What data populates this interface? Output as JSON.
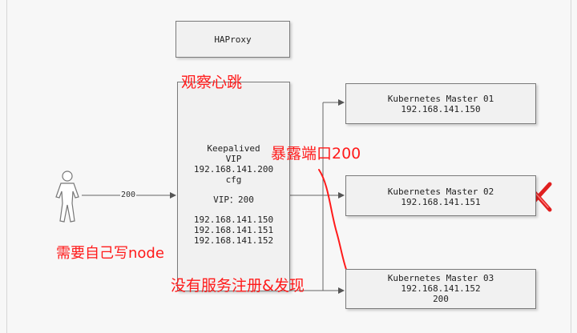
{
  "haproxy": {
    "title": "HAProxy"
  },
  "keepalived": {
    "title": "Keepalived",
    "vip_label": "VIP",
    "vip_ip": "192.168.141.200",
    "cfg": "cfg",
    "vip_port": "VIP：200",
    "servers": [
      "192.168.141.150",
      "192.168.141.151",
      "192.168.141.152"
    ]
  },
  "masters": [
    {
      "name": "Kubernetes Master 01",
      "ip": "192.168.141.150"
    },
    {
      "name": "Kubernetes Master 02",
      "ip": "192.168.141.151"
    },
    {
      "name": "Kubernetes Master 03",
      "ip": "192.168.141.152",
      "port": "200"
    }
  ],
  "client_link_label": "200",
  "annotations": {
    "observe_heartbeat": "观察心跳",
    "expose_port": "暴露端口200",
    "need_node": "需要自己写node",
    "no_service_registry": "没有服务注册&发现"
  },
  "colors": {
    "annotation": "#ff1a1a",
    "connector": "#555555",
    "box_fill": "#f1f1f1",
    "box_border": "#7a7a7a"
  },
  "icons": {
    "client": "person-icon",
    "down": "red-x-icon"
  }
}
